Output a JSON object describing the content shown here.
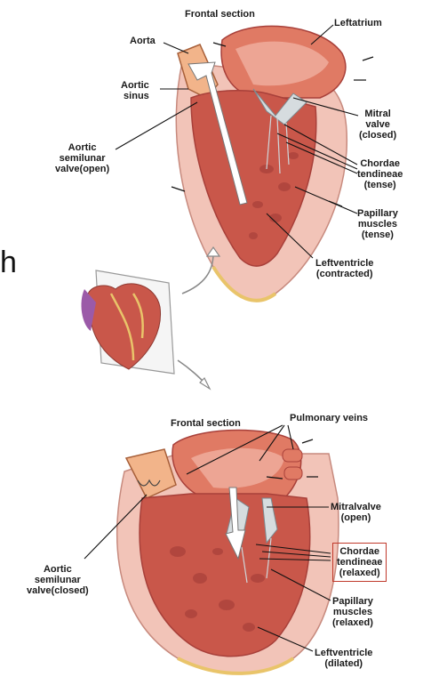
{
  "top": {
    "title": "Frontal section",
    "labels": {
      "aorta": "Aorta",
      "aortic_sinus": "Aortic\nsinus",
      "aortic_valve": "Aortic\nsemilunar\nvalve(open)",
      "left_atrium": "Leftatrium",
      "mitral_valve": "Mitral\nvalve\n(closed)",
      "chordae": "Chordae\ntendineae\n(tense)",
      "papillary": "Papillary\nmuscles\n(tense)",
      "left_ventricle": "Leftventricle\n(contracted)"
    }
  },
  "bottom": {
    "title": "Frontal section",
    "labels": {
      "pulmonary_veins": "Pulmonary veins",
      "aortic_valve": "Aortic\nsemilunar\nvalve(closed)",
      "mitral_valve": "Mitralvalve\n(open)",
      "chordae": "Chordae\ntendineae\n(relaxed)",
      "papillary": "Papillary\nmuscles\n(relaxed)",
      "left_ventricle": "Leftventricle\n(dilated)"
    }
  },
  "stray_char": "h",
  "colors": {
    "muscle": "#c9574a",
    "muscle_dark": "#a8403a",
    "outer": "#f2c4b8",
    "fat": "#e9c46a",
    "valve": "#d6dcdf",
    "highlight_box": "#c0392b"
  }
}
